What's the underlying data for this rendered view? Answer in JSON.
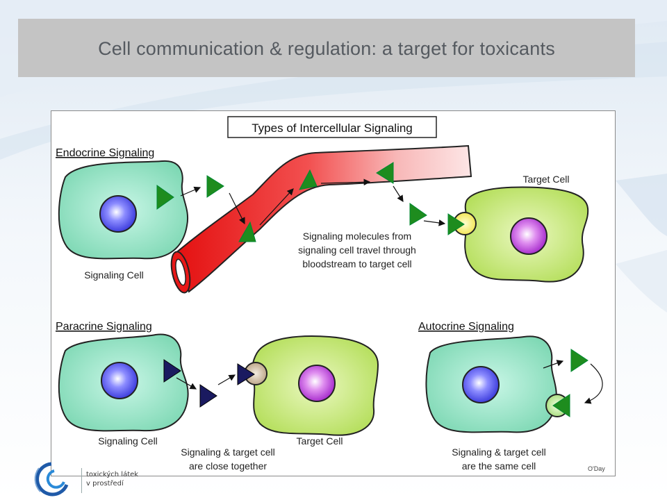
{
  "slide": {
    "title": "Cell communication & regulation: a target for toxicants"
  },
  "diagram": {
    "heading": "Types of Intercellular Signaling",
    "endocrine": {
      "label": "Endocrine Signaling",
      "signaling_cell": "Signaling Cell",
      "target_cell": "Target Cell",
      "caption": [
        "Signaling molecules from",
        "signaling cell travel through",
        "bloodstream to target cell"
      ]
    },
    "paracrine": {
      "label": "Paracrine Signaling",
      "signaling_cell": "Signaling Cell",
      "target_cell": "Target Cell",
      "caption": [
        "Signaling & target cell",
        "are close together"
      ]
    },
    "autocrine": {
      "label": "Autocrine Signaling",
      "caption": [
        "Signaling & target cell",
        "are the same cell"
      ]
    },
    "signature": "O'Day"
  },
  "footer_logo": {
    "lines": [
      "toxických látek",
      "v prostředí"
    ]
  },
  "colors": {
    "cell_green": "#8fe0c0",
    "target_green": "#c8ea78",
    "nucleus_blue": "#5555ee",
    "nucleus_purple": "#c050e0",
    "vessel_red": "#e81818",
    "molecule_green": "#1e8c1e",
    "molecule_navy": "#1a1a60"
  }
}
